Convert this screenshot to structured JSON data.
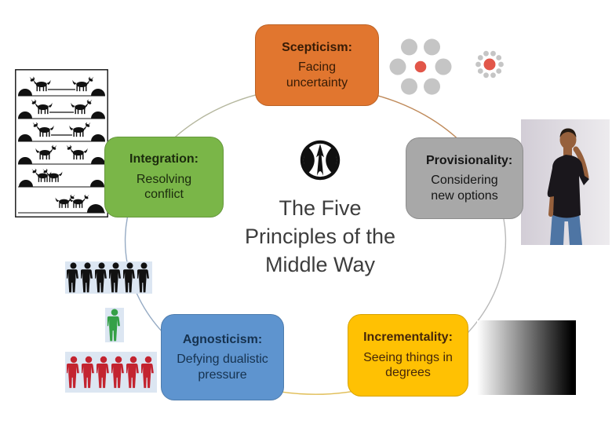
{
  "slide": {
    "title_lines": [
      "The Five",
      "Principles of the",
      "Middle Way"
    ],
    "title_color": "#3d3d3d",
    "logo": {
      "name": "middle-way-society-logo",
      "ink": "#101010"
    }
  },
  "principles": [
    {
      "name": "Scepticism",
      "title": "Scepticism:",
      "body": "Facing uncertainty",
      "fill": "#E1762F",
      "text": "#371B05"
    },
    {
      "name": "Provisionality",
      "title": "Provisionality:",
      "body": "Considering new options",
      "fill": "#A8A8A8",
      "text": "#161616"
    },
    {
      "name": "Incrementality",
      "title": "Incrementality:",
      "body": "Seeing things in degrees",
      "fill": "#FFC103",
      "text": "#45260A"
    },
    {
      "name": "Agnosticism",
      "title": "Agnosticism:",
      "body": "Defying dualistic pressure",
      "fill": "#5E94CF",
      "text": "#16324F"
    },
    {
      "name": "Integration",
      "title": "Integration:",
      "body": "Resolving conflict",
      "fill": "#7AB648",
      "text": "#1B2B0D"
    }
  ],
  "cycle": {
    "arc_colors": {
      "integration_to_scepticism": "#B5B79E",
      "scepticism_to_provisionality": "#BF8A5A",
      "provisionality_to_incrementality": "#B9B9B9",
      "incrementality_to_agnosticism": "#E0BD55",
      "agnosticism_to_integration": "#96ABC4"
    }
  },
  "illustrations": {
    "ebbinghaus": {
      "name": "ebbinghaus-illusion-circles",
      "gray": "#C5C5C5",
      "red": "#E25649"
    },
    "donkey_cartoon": {
      "name": "donkey-cooperation-cartoon",
      "ink": "#111111"
    },
    "thinking_man": {
      "name": "thinking-man-photo",
      "shirt": "#1A171C",
      "skin": "#96603C",
      "jeans": "#4E75A4",
      "wall_left": "#d2cdd6",
      "wall_right": "#edebee",
      "hair": "#241a12"
    },
    "crowd": {
      "name": "conformity-crowd-figures",
      "majority_top": "#111111",
      "individual": "#35A047",
      "majority_bottom": "#C32430",
      "tile": "#DCE6F2"
    },
    "gradient_bar": {
      "name": "grayscale-gradient-bar",
      "from": "#FFFFFF",
      "to": "#000000"
    }
  }
}
